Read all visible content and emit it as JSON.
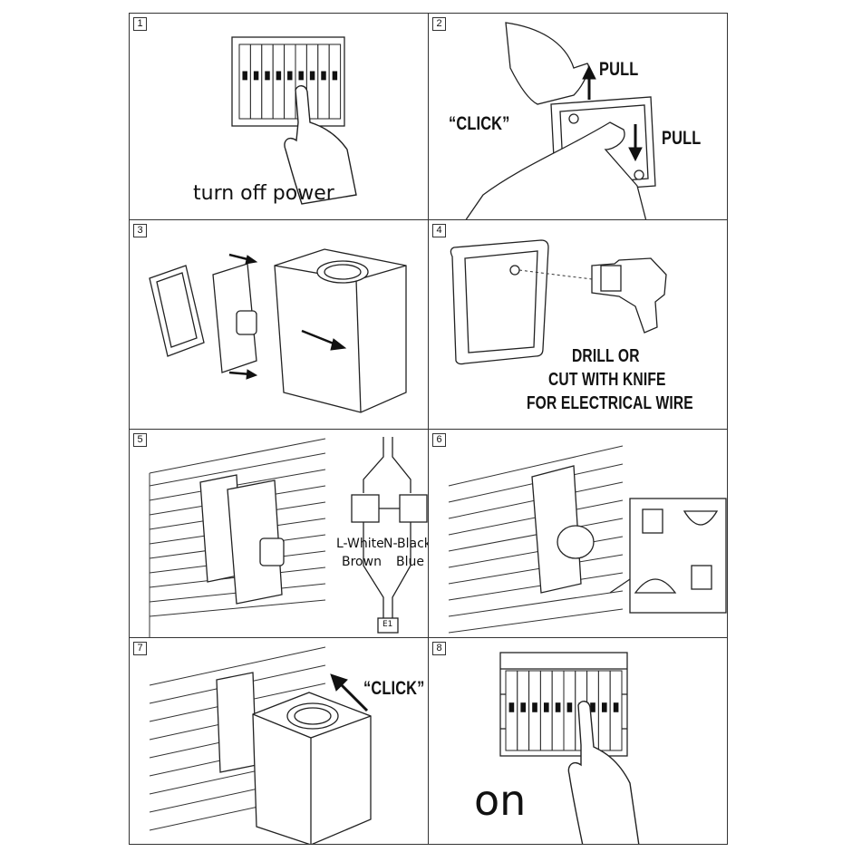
{
  "steps": [
    {
      "num": "1",
      "caption": "turn off power"
    },
    {
      "num": "2",
      "click": "“CLICK”",
      "pull_top": "PULL",
      "pull_bottom": "PULL"
    },
    {
      "num": "3"
    },
    {
      "num": "4",
      "line1": "DRILL OR",
      "line2": "CUT WITH KNIFE",
      "line3": "FOR ELECTRICAL WIRE"
    },
    {
      "num": "5",
      "wire_left_1": "L-White",
      "wire_right_1": "N-Black",
      "wire_left_2": "Brown",
      "wire_right_2": "Blue",
      "plug_label": "E1"
    },
    {
      "num": "6"
    },
    {
      "num": "7",
      "click": "“CLICK”"
    },
    {
      "num": "8",
      "caption": "on"
    }
  ],
  "colors": {
    "line": "#222222",
    "panel_border": "#333333",
    "background": "#ffffff"
  }
}
